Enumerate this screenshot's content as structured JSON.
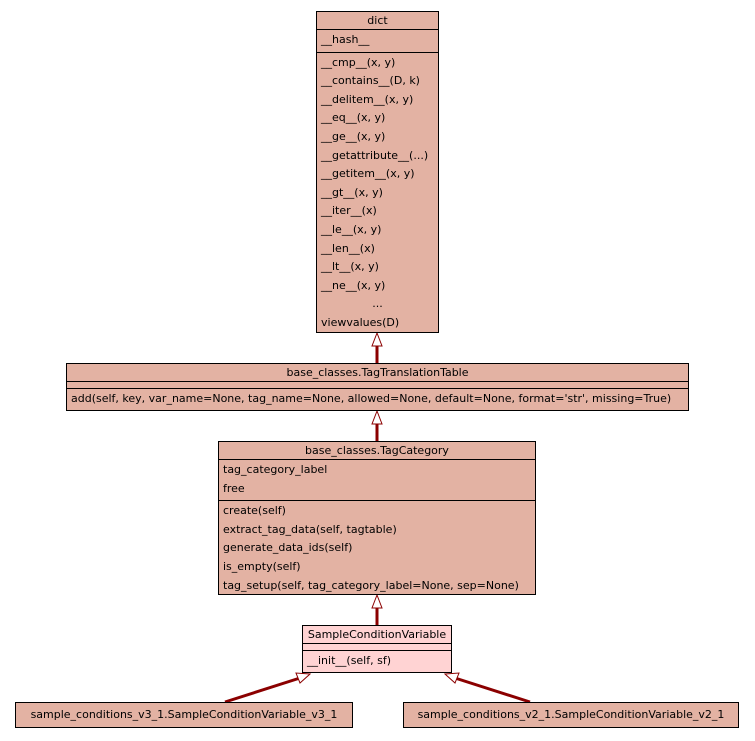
{
  "colors": {
    "node_fill": "#e3b2a3",
    "focus_fill": "#ffd3d3",
    "edge": "#8b0000"
  },
  "dict": {
    "title": "dict",
    "attributes": [
      "__hash__"
    ],
    "methods": [
      "__cmp__(x, y)",
      "__contains__(D, k)",
      "__delitem__(x, y)",
      "__eq__(x, y)",
      "__ge__(x, y)",
      "__getattribute__(...)",
      "__getitem__(x, y)",
      "__gt__(x, y)",
      "__iter__(x)",
      "__le__(x, y)",
      "__len__(x)",
      "__lt__(x, y)",
      "__ne__(x, y)",
      "...",
      "viewvalues(D)"
    ]
  },
  "tag_translation_table": {
    "title": "base_classes.TagTranslationTable",
    "methods": [
      "add(self, key, var_name=None, tag_name=None, allowed=None, default=None, format='str', missing=True)"
    ]
  },
  "tag_category": {
    "title": "base_classes.TagCategory",
    "attributes": [
      "tag_category_label",
      "free"
    ],
    "methods": [
      "create(self)",
      "extract_tag_data(self, tagtable)",
      "generate_data_ids(self)",
      "is_empty(self)",
      "tag_setup(self, tag_category_label=None, sep=None)"
    ]
  },
  "sample_condition_variable": {
    "title": "SampleConditionVariable",
    "methods": [
      "__init__(self, sf)"
    ]
  },
  "subclass_v3_1": {
    "title": "sample_conditions_v3_1.SampleConditionVariable_v3_1"
  },
  "subclass_v2_1": {
    "title": "sample_conditions_v2_1.SampleConditionVariable_v2_1"
  }
}
